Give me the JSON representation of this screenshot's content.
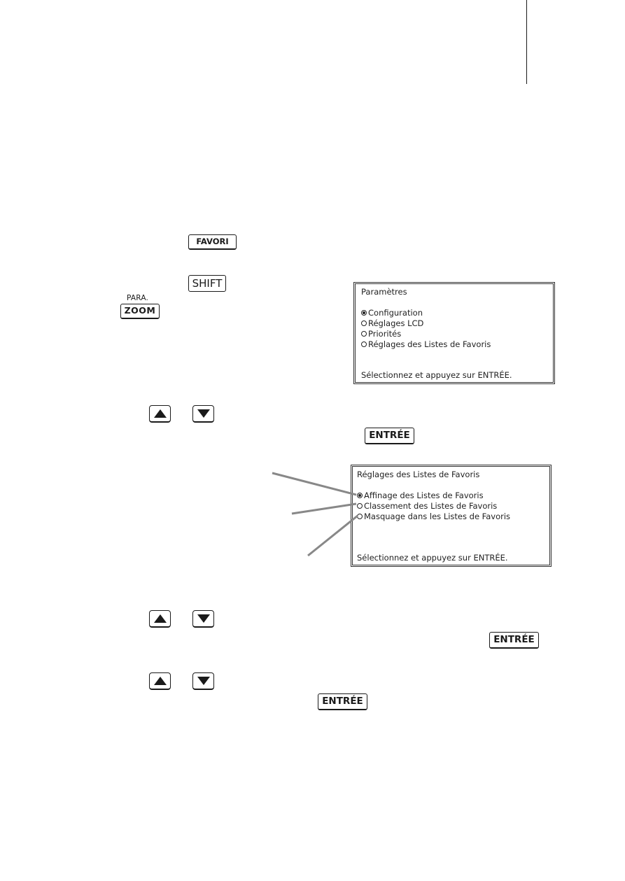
{
  "keys": {
    "favori": "FAVORI",
    "shift": "SHIFT",
    "para": "PARA.",
    "zoom": "ZOOM",
    "entree": "ENTRÉE"
  },
  "icons": {
    "up": "triangle-up",
    "down": "triangle-down"
  },
  "screen1": {
    "title": "Paramètres",
    "options": [
      {
        "label": "Configuration",
        "selected": true
      },
      {
        "label": "Réglages LCD",
        "selected": false
      },
      {
        "label": "Priorités",
        "selected": false
      },
      {
        "label": "Réglages des Listes de Favoris",
        "selected": false
      }
    ],
    "footer": "Sélectionnez et appuyez sur ENTRÉE."
  },
  "screen2": {
    "title": "Réglages des Listes de Favoris",
    "options": [
      {
        "label": "Affinage des Listes de Favoris",
        "selected": true
      },
      {
        "label": "Classement des Listes de Favoris",
        "selected": false
      },
      {
        "label": "Masquage dans les Listes de Favoris",
        "selected": false
      }
    ],
    "footer": "Sélectionnez et appuyez sur ENTRÉE."
  },
  "colors": {
    "ink": "#1a1a1a",
    "callout": "#888888"
  }
}
